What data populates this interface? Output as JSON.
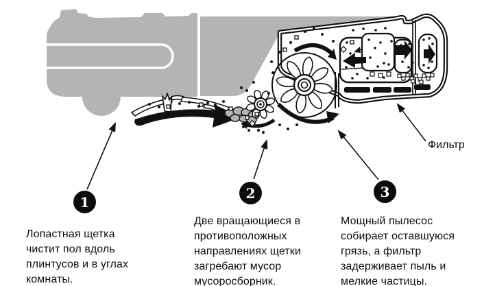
{
  "diagram": {
    "filter_label": "Фильтр",
    "callouts": [
      {
        "number": "1",
        "text": "Лопастная щетка\nчистит пол вдоль\nплинтусов и в углах\nкомнаты."
      },
      {
        "number": "2",
        "text": "Две вращающиеся в\nпротивоположных\nнаправлениях щетки\nзагребают мусор\nмусоросборник."
      },
      {
        "number": "3",
        "text": "Мощный пылесос\nсобирает оставшуюся\nгрязь, а фильтр\nзадерживает пыль и\nмелкие частицы."
      }
    ],
    "colors": {
      "body_gray": "#b4b4b4",
      "ink": "#111111",
      "background": "#ffffff",
      "badge_fill": "#0c0c0c",
      "badge_text": "#ffffff"
    }
  }
}
